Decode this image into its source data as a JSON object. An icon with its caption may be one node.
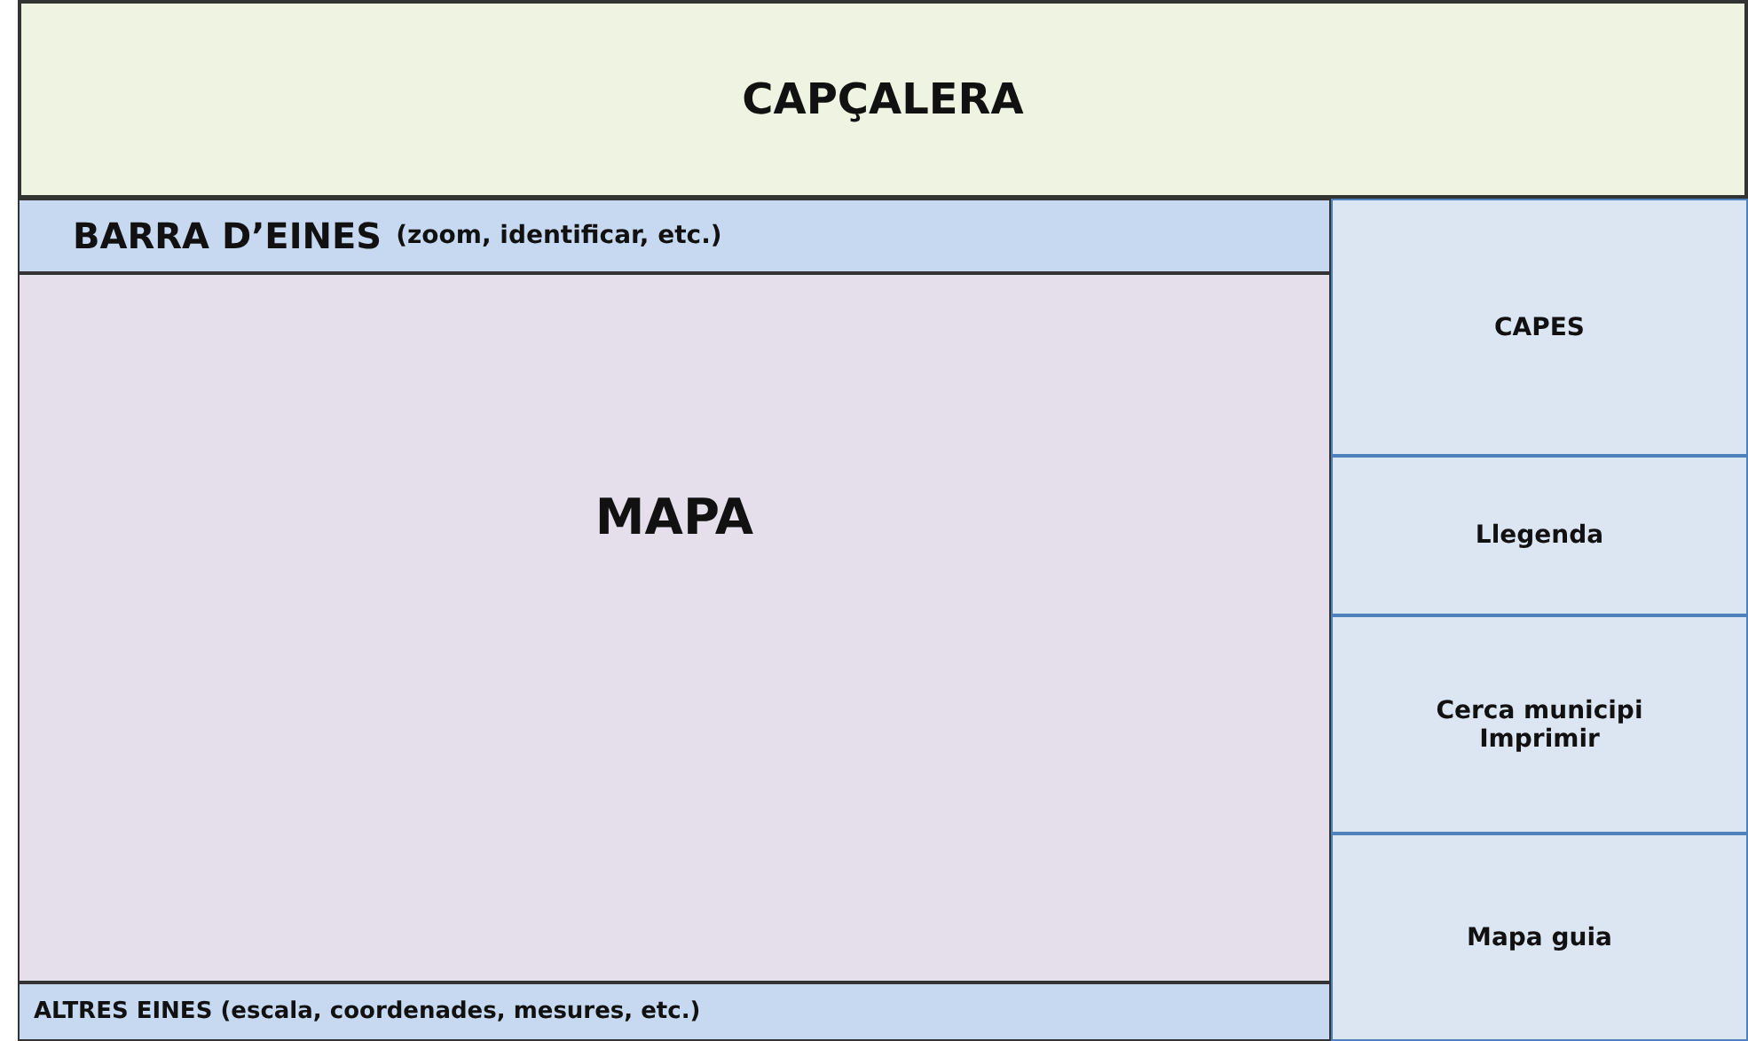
{
  "diagram": {
    "nodes": [
      {
        "text": [
          "CAPÇALERA"
        ]
      },
      {
        "text": [
          "BARRA D’EINES",
          "(zoom, identificar, etc.)"
        ]
      },
      {
        "text": [
          "MAPA"
        ]
      },
      {
        "text": [
          "ALTRES EINES (escala, coordenades, mesures, etc.)"
        ]
      },
      {
        "text": [
          "CAPES"
        ]
      },
      {
        "text": [
          "Llegenda"
        ]
      },
      {
        "text": [
          "Cerca municipi Imprimir"
        ]
      },
      {
        "text": [
          "Mapa guia"
        ]
      }
    ]
  }
}
